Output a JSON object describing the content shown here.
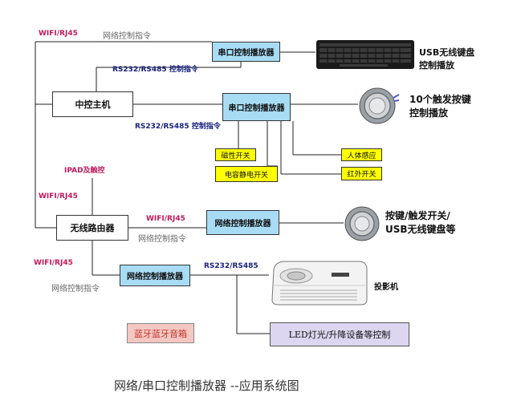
{
  "diagram": {
    "title": "网络/串口控制播放器 --应用系统图",
    "nodes": {
      "central_host": "中控主机",
      "router": "无线路由器",
      "serial_player_top": "串口控制播放器",
      "serial_player_mid": "串口控制播放器",
      "network_player_mid": "网络控制播放器",
      "network_player_bottom": "网络控制播放器",
      "magnetic_switch": "磁性开关",
      "capacitive_switch": "电容静电开关",
      "body_sensor": "人体感应",
      "infrared_switch": "红外开关",
      "ipad": "IPAD及触控",
      "bluetooth_speaker": "蓝牙蓝牙音箱",
      "led_control": "LED灯光/升降设备等控制"
    },
    "labels": {
      "wifi_top": "WIFI/RJ45",
      "net_cmd_top": "网络控制指令",
      "rs_top": "RS232/RS485 控制指令",
      "rs_mid": "RS232/RS485 控制指令",
      "wifi_mid": "WIFI/RJ45",
      "wifi_router": "WIFI/RJ45",
      "net_cmd_router": "网络控制指令",
      "wifi_bottom": "WIFI/RJ45",
      "net_cmd_bottom": "网络控制指令",
      "rs_bottom": "RS232/RS485"
    },
    "devices": {
      "keyboard_line1": "USB无线键盘",
      "keyboard_line2": "控制播放",
      "buttons_line1": "10个触发按键",
      "buttons_line2": "控制播放",
      "switch_line1": "按键/触发开关/",
      "switch_line2": "USB无线键盘等",
      "projector": "投影机"
    },
    "icons": {
      "keyboard": "keyboard-icon",
      "button_top": "push-button-icon",
      "button_bottom": "push-button-icon",
      "projector": "projector-icon"
    },
    "colors": {
      "player": "#a8dcf5",
      "sensor": "#ffff00",
      "bluetooth": "#f4c7c3",
      "led": "#dcd6f0",
      "wifi_label": "#c2185b",
      "rs_label": "#1a237e"
    }
  }
}
